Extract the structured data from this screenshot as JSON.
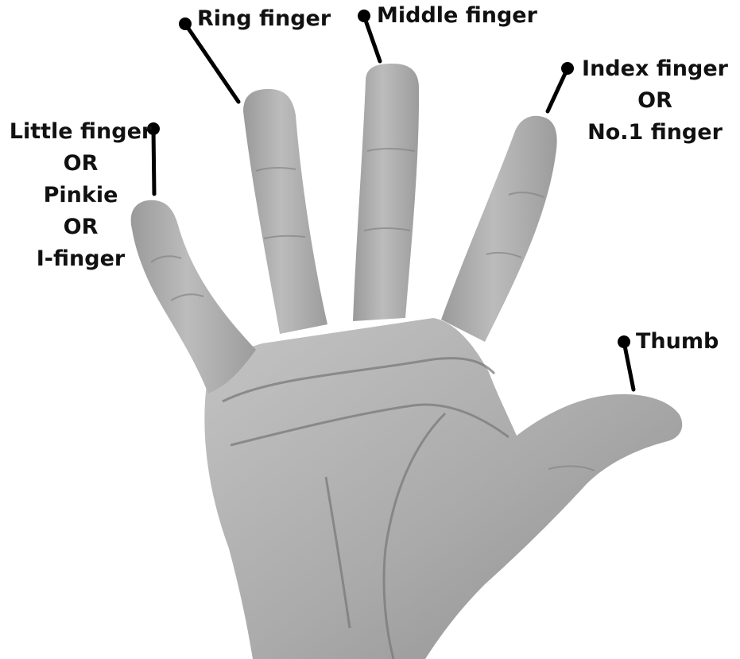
{
  "labels": {
    "little_finger": {
      "lines": [
        "Little finger",
        "OR",
        "Pinkie",
        "OR",
        "I-finger"
      ]
    },
    "ring_finger": {
      "text": "Ring finger"
    },
    "middle_finger": {
      "text": "Middle finger"
    },
    "index_finger": {
      "lines": [
        "Index finger",
        "OR",
        "No.1 finger"
      ]
    },
    "thumb": {
      "text": "Thumb"
    }
  },
  "colors": {
    "background": "#ffffff",
    "text": "#111111",
    "leader": "#000000",
    "skin_light": "#bdbdbd",
    "skin_mid": "#a6a6a6",
    "skin_dark": "#8c8c8c",
    "crease": "#7a7a7a"
  },
  "image": {
    "subject": "grayscale-open-hand-palm-icon"
  }
}
